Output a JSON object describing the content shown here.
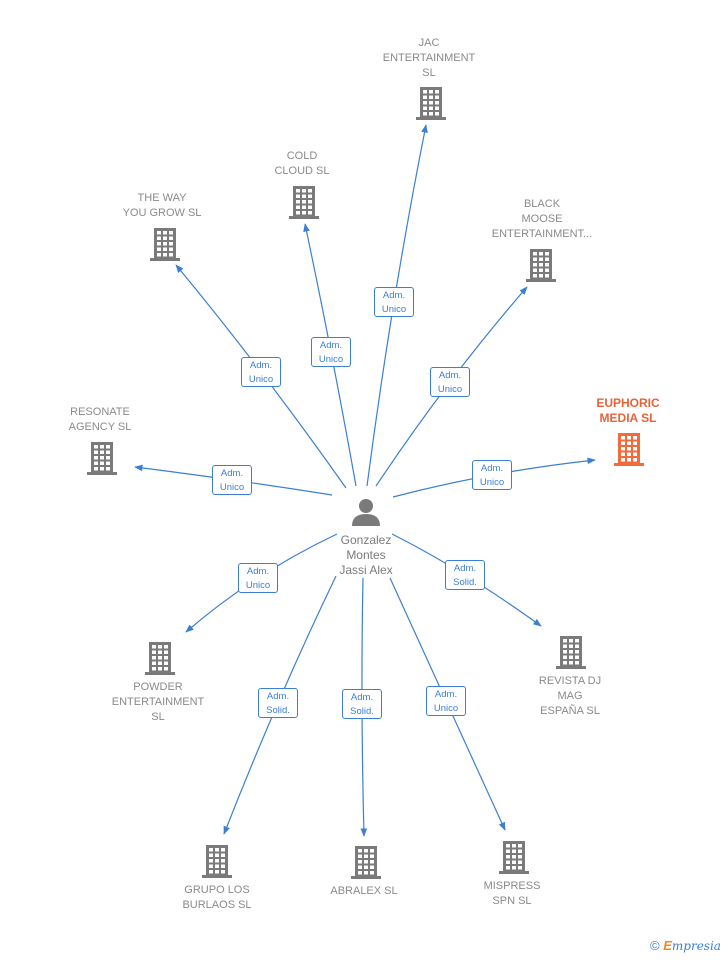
{
  "person": {
    "label": "Gonzalez\nMontes\nJassi Alex"
  },
  "companies": [
    {
      "id": "jac",
      "label": "JAC\nENTERTAINMENT\nSL",
      "highlight": false
    },
    {
      "id": "cold",
      "label": "COLD\nCLOUD  SL",
      "highlight": false
    },
    {
      "id": "theway",
      "label": "THE WAY\nYOU GROW  SL",
      "highlight": false
    },
    {
      "id": "black",
      "label": "BLACK\nMOOSE\nENTERTAINMENT...",
      "highlight": false
    },
    {
      "id": "euphoric",
      "label": "EUPHORIC\nMEDIA  SL",
      "highlight": true
    },
    {
      "id": "resonate",
      "label": "RESONATE\nAGENCY  SL",
      "highlight": false
    },
    {
      "id": "powder",
      "label": "POWDER\nENTERTAINMENT\nSL",
      "highlight": false
    },
    {
      "id": "revista",
      "label": "REVISTA DJ\nMAG\nESPAÑA  SL",
      "highlight": false
    },
    {
      "id": "grupo",
      "label": "GRUPO LOS\nBURLAOS  SL",
      "highlight": false
    },
    {
      "id": "abralex",
      "label": "ABRALEX SL",
      "highlight": false
    },
    {
      "id": "mispress",
      "label": "MISPRESS\nSPN  SL",
      "highlight": false
    }
  ],
  "edges": [
    {
      "to": "jac",
      "label": "Adm.\nUnico"
    },
    {
      "to": "cold",
      "label": "Adm.\nUnico"
    },
    {
      "to": "theway",
      "label": "Adm.\nUnico"
    },
    {
      "to": "black",
      "label": "Adm.\nUnico"
    },
    {
      "to": "euphoric",
      "label": "Adm.\nUnico"
    },
    {
      "to": "resonate",
      "label": "Adm.\nUnico"
    },
    {
      "to": "powder",
      "label": "Adm.\nUnico"
    },
    {
      "to": "revista",
      "label": "Adm.\nSolid."
    },
    {
      "to": "grupo",
      "label": "Adm.\nSolid."
    },
    {
      "to": "abralex",
      "label": "Adm.\nSolid."
    },
    {
      "to": "mispress",
      "label": "Adm.\nUnico"
    }
  ],
  "colors": {
    "edge": "#3b7fd4",
    "building": "#7a7a7a",
    "highlight": "#f26b3a",
    "person": "#7a7a7a"
  },
  "footer": {
    "copyright": "©",
    "brand_first": "E",
    "brand_rest": "mpresia"
  }
}
